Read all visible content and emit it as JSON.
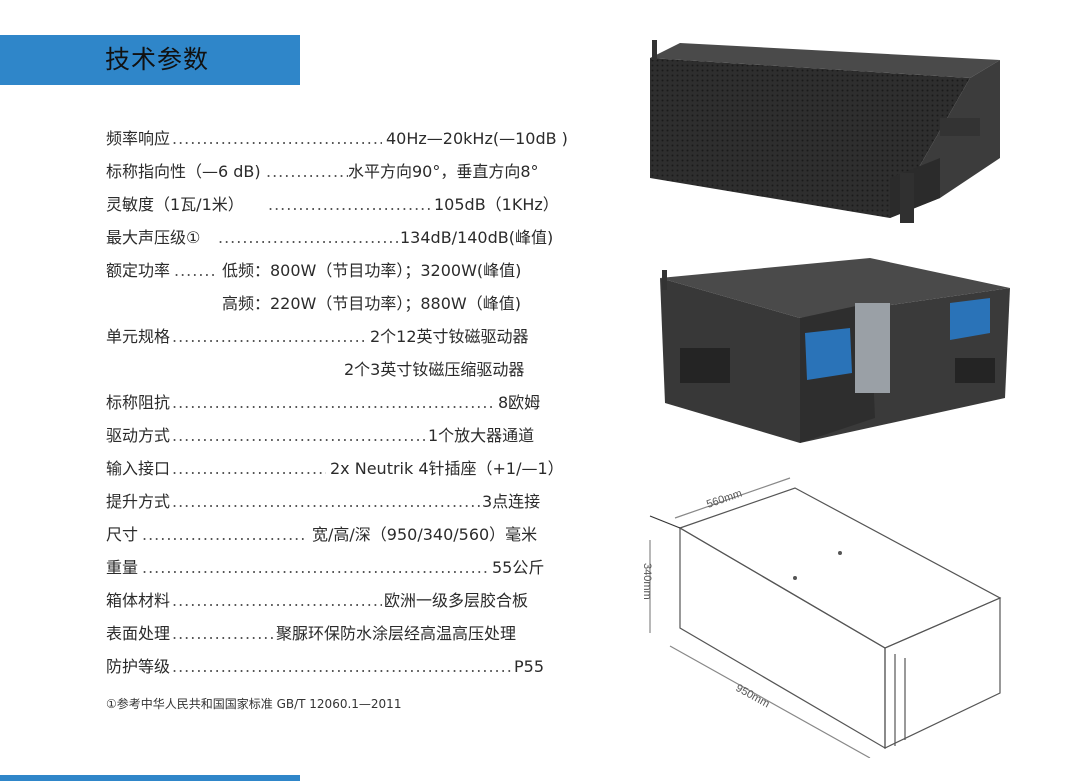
{
  "title": "技术参数",
  "specs": {
    "freq_label": "频率响应",
    "freq_value": "40Hz—20kHz(—10dB )",
    "directivity_label": "标称指向性（—6 dB)",
    "directivity_value": "水平方向90°，垂直方向8°",
    "sensitivity_label": "灵敏度（1瓦/1米）",
    "sensitivity_value": "105dB（1KHz）",
    "spl_label": "最大声压级①",
    "spl_value": "134dB/140dB(峰值)",
    "power_label": "额定功率",
    "power_value_low": "低频：800W（节目功率）；3200W(峰值)",
    "power_value_high": "高频：220W（节目功率）；880W（峰值)",
    "units_label": "单元规格",
    "units_value_1": "2个12英寸钕磁驱动器",
    "units_value_2": "2个3英寸钕磁压缩驱动器",
    "impedance_label": "标称阻抗",
    "impedance_value": "8欧姆",
    "drive_label": "驱动方式",
    "drive_value": "1个放大器通道",
    "input_label": "输入接口",
    "input_value": "2x Neutrik 4针插座（+1/—1）",
    "lift_label": "提升方式",
    "lift_value": "3点连接",
    "size_label": "尺寸",
    "size_value": "宽/高/深（950/340/560）毫米",
    "weight_label": "重量",
    "weight_value": "55公斤",
    "material_label": "箱体材料",
    "material_value": "欧洲一级多层胶合板",
    "surface_label": "表面处理",
    "surface_value": "聚脲环保防水涂层经高温高压处理",
    "protection_label": "防护等级",
    "protection_value": "P55"
  },
  "footnote": "①参考中华人民共和国国家标准 GB/T 12060.1—2011",
  "drawing": {
    "width_label": "950mm",
    "depth_label": "560mm",
    "height_label": "340mm"
  },
  "colors": {
    "accent": "#2f86c9",
    "cabinet": "#3a3a3a",
    "label_panel": "#2a73b8"
  }
}
